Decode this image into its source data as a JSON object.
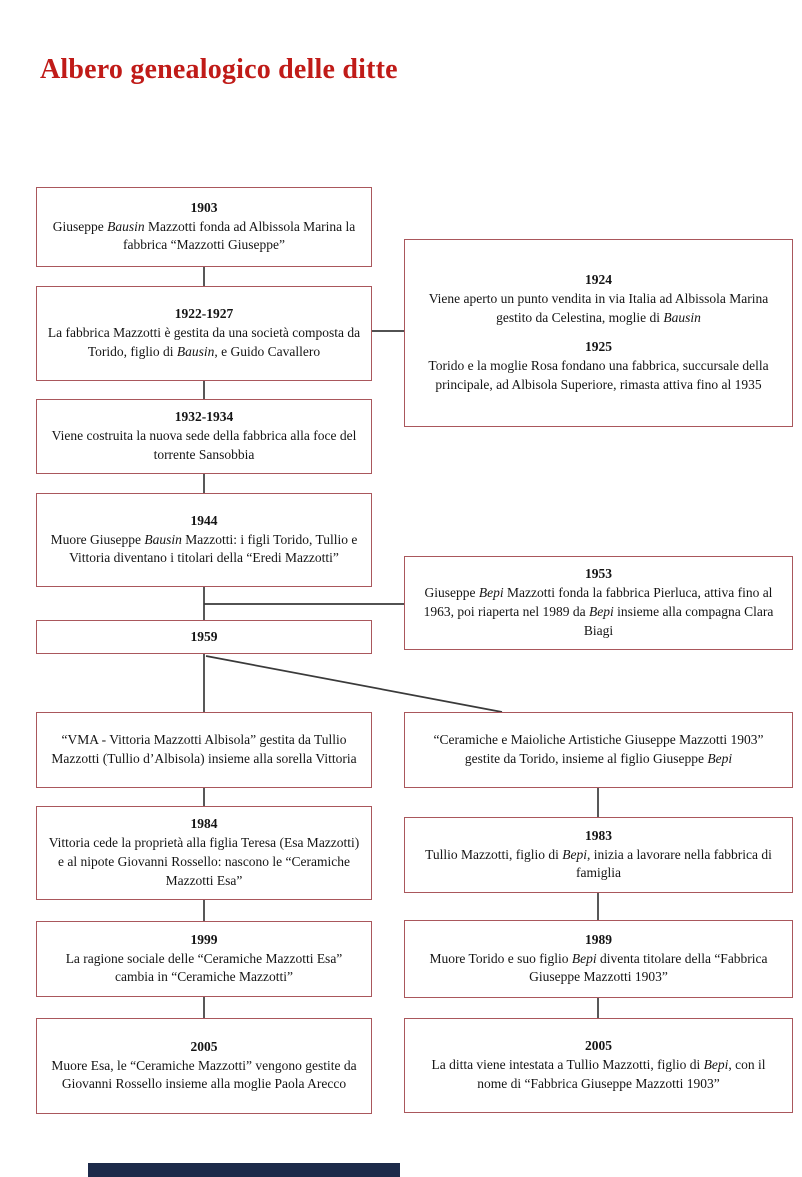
{
  "colors": {
    "title_red": "#c01b18",
    "box_border": "#aa575c",
    "line": "#3a3a3a",
    "text": "#141414",
    "footer_bar": "#1d2a4a",
    "bg": "#ffffff"
  },
  "page": {
    "title": "Albero genealogico delle ditte"
  },
  "boxes": {
    "b1903": {
      "year": "1903",
      "text": [
        [
          "Giuseppe ",
          0
        ],
        [
          "Bausin",
          1
        ],
        [
          " Mazzotti fonda ad Albissola Marina la fabbrica “Mazzotti Giuseppe”",
          0
        ]
      ]
    },
    "b1922": {
      "year": "1922-1927",
      "text": [
        [
          "La fabbrica Mazzotti è gestita da una società composta da Torido, figlio di ",
          0
        ],
        [
          "Bausin",
          1
        ],
        [
          ", e Guido Cavallero",
          0
        ]
      ]
    },
    "b1924": {
      "year": "1924",
      "text": [
        [
          "Viene aperto un punto vendita in via Italia ad Albissola Marina gestito da Celestina, moglie di ",
          0
        ],
        [
          "Bausin",
          1
        ]
      ]
    },
    "b1925": {
      "year": "1925",
      "text": [
        [
          "Torido e la moglie Rosa fondano una fabbrica, succursale della principale, ad Albisola Superiore, rimasta attiva fino al 1935",
          0
        ]
      ]
    },
    "b1932": {
      "year": "1932-1934",
      "text": [
        [
          "Viene costruita la nuova sede della fabbrica alla foce del torrente Sansobbia",
          0
        ]
      ]
    },
    "b1944": {
      "year": "1944",
      "text": [
        [
          "Muore Giuseppe ",
          0
        ],
        [
          "Bausin",
          1
        ],
        [
          " Mazzotti: i figli Torido, Tullio e Vittoria diventano i titolari della “Eredi Mazzotti”",
          0
        ]
      ]
    },
    "b1953": {
      "year": "1953",
      "text": [
        [
          "Giuseppe ",
          0
        ],
        [
          "Bepi",
          1
        ],
        [
          " Mazzotti fonda la fabbrica Pierluca, attiva fino al 1963, poi riaperta nel 1989 da ",
          0
        ],
        [
          "Bepi",
          1
        ],
        [
          " insieme alla compagna Clara Biagi",
          0
        ]
      ]
    },
    "b1959": {
      "year": "1959"
    },
    "bVma": {
      "text": [
        [
          "“VMA - Vittoria Mazzotti Albisola” gestita da Tullio Mazzotti (Tullio d’Albisola) insieme alla sorella Vittoria",
          0
        ]
      ]
    },
    "bCeramiche": {
      "text": [
        [
          "“Ceramiche e Maioliche Artistiche Giuseppe Mazzotti 1903” gestite da Torido, insieme al figlio Giuseppe ",
          0
        ],
        [
          "Bepi",
          1
        ]
      ]
    },
    "b1984": {
      "year": "1984",
      "text": [
        [
          "Vittoria cede la proprietà alla figlia Teresa (Esa Mazzotti) e al nipote Giovanni Rossello: nascono le “Ceramiche Mazzotti Esa”",
          0
        ]
      ]
    },
    "b1983": {
      "year": "1983",
      "text": [
        [
          "Tullio Mazzotti, figlio di ",
          0
        ],
        [
          "Bepi",
          1
        ],
        [
          ", inizia a lavorare nella fabbrica di famiglia",
          0
        ]
      ]
    },
    "b1999": {
      "year": "1999",
      "text": [
        [
          "La ragione sociale delle “Ceramiche Mazzotti Esa” cambia in “Ceramiche Mazzotti”",
          0
        ]
      ]
    },
    "b1989": {
      "year": "1989",
      "text": [
        [
          "Muore Torido e suo figlio ",
          0
        ],
        [
          "Bepi",
          1
        ],
        [
          " diventa titolare della “Fabbrica Giuseppe Mazzotti 1903”",
          0
        ]
      ]
    },
    "b2005L": {
      "year": "2005",
      "text": [
        [
          "Muore Esa, le “Ceramiche Mazzotti” vengono gestite da Giovanni Rossello insieme alla moglie Paola Arecco",
          0
        ]
      ]
    },
    "b2005R": {
      "year": "2005",
      "text": [
        [
          "La ditta viene intestata a Tullio Mazzotti, figlio di ",
          0
        ],
        [
          "Bepi",
          1
        ],
        [
          ", con il nome di “Fabbrica Giuseppe Mazzotti 1903”",
          0
        ]
      ]
    }
  }
}
